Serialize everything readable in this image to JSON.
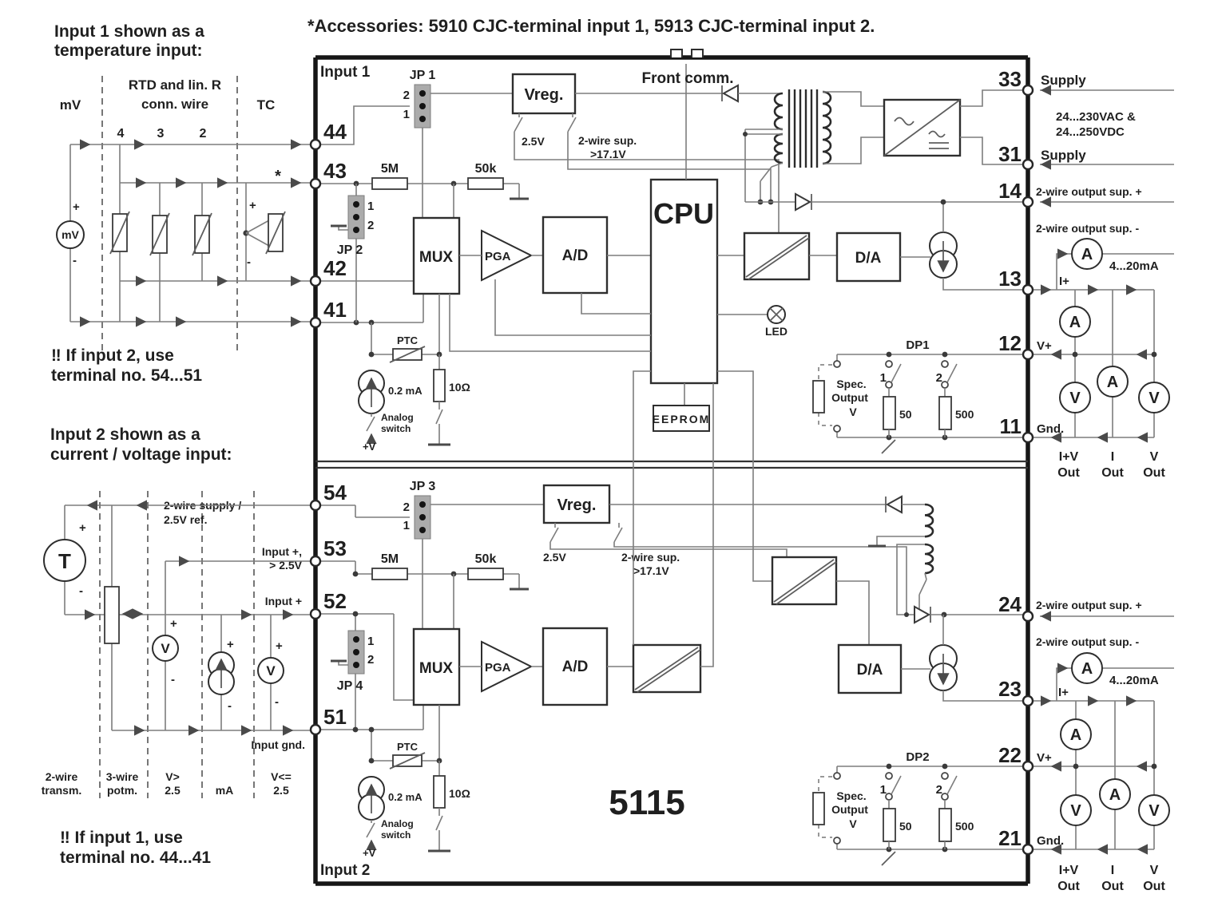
{
  "accessories_note": "*Accessories: 5910 CJC-terminal input 1, 5913 CJC-terminal input 2.",
  "product": "5115",
  "sym": {
    "plus": "+",
    "minus": "-",
    "star": "*",
    "a": "A",
    "v": "V"
  },
  "notes": {
    "input1_h1": "Input 1 shown as a",
    "input1_h2": "temperature input:",
    "if2_1": "‼ If input 2, use",
    "if2_2": "terminal no. 54...51",
    "input2_h1": "Input 2 shown as a",
    "input2_h2": "current / voltage input:",
    "if1_1": "‼ If input 1, use",
    "if1_2": "terminal no. 44...41"
  },
  "sensor1": {
    "col_mv": "mV",
    "col_rtd1": "RTD and lin. R",
    "col_rtd2": "conn. wire",
    "w4": "4",
    "w3": "3",
    "w2": "2",
    "col_tc": "TC",
    "mv": "mV"
  },
  "sensor2": {
    "t": "T",
    "supply1": "2-wire supply /",
    "supply2": "2.5V ref.",
    "in25a": "Input +,",
    "in25b": "> 2.5V",
    "inplus": "Input +",
    "ingnd": "Input gnd.",
    "c1a": "2-wire",
    "c1b": "transm.",
    "c2a": "3-wire",
    "c2b": "potm.",
    "c3a": "V>",
    "c3b": "2.5",
    "c4": "mA",
    "c5a": "V<=",
    "c5b": "2.5"
  },
  "ch1": {
    "name": "Input 1",
    "t44": "44",
    "t43": "43",
    "t42": "42",
    "t41": "41",
    "jp1": "JP 1",
    "jp1a": "2",
    "jp1b": "1",
    "jp2": "JP 2",
    "jp2a": "1",
    "jp2b": "2",
    "r5m": "5M",
    "r50k": "50k",
    "vreg": "Vreg.",
    "v25": "2.5V",
    "sup1": "2-wire sup.",
    "sup2": ">17.1V",
    "mux": "MUX",
    "pga": "PGA",
    "ad": "A/D",
    "cpu": "CPU",
    "eeprom": "EEPROM",
    "led": "LED",
    "da": "D/A",
    "front": "Front comm.",
    "ptc": "PTC",
    "i02": "0.2 mA",
    "r10": "10Ω",
    "an1": "Analog",
    "an2": "switch",
    "pv": "+V"
  },
  "ch2": {
    "name": "Input 2",
    "t54": "54",
    "t53": "53",
    "t52": "52",
    "t51": "51",
    "jp3": "JP 3",
    "jp3a": "2",
    "jp3b": "1",
    "jp4": "JP 4",
    "jp4a": "1",
    "jp4b": "2",
    "r5m": "5M",
    "r50k": "50k",
    "vreg": "Vreg.",
    "v25": "2.5V",
    "sup1": "2-wire sup.",
    "sup2": ">17.1V",
    "mux": "MUX",
    "pga": "PGA",
    "ad": "A/D",
    "da": "D/A",
    "ptc": "PTC",
    "i02": "0.2 mA",
    "r10": "10Ω",
    "an1": "Analog",
    "an2": "switch",
    "pv": "+V"
  },
  "power": {
    "t33": "33",
    "t31": "31",
    "sup": "Supply",
    "vac": "24...230VAC &",
    "vdc": "24...250VDC"
  },
  "out1": {
    "t14": "14",
    "t13": "13",
    "t12": "12",
    "t11": "11",
    "sup_p": "2-wire output sup. +",
    "sup_m": "2-wire output sup. -",
    "ma": "4...20mA",
    "iplus": "I+",
    "vplus": "V+",
    "gnd": "Gnd.",
    "dp": "DP1",
    "s1": "1",
    "s2": "2",
    "r50": "50",
    "r500": "500",
    "sp1": "Spec.",
    "sp2": "Output",
    "sp3": "V",
    "o1a": "I+V",
    "o1b": "Out",
    "o2a": "I",
    "o2b": "Out",
    "o3a": "V",
    "o3b": "Out"
  },
  "out2": {
    "t24": "24",
    "t23": "23",
    "t22": "22",
    "t21": "21",
    "sup_p": "2-wire output sup. +",
    "sup_m": "2-wire output sup. -",
    "ma": "4...20mA",
    "iplus": "I+",
    "vplus": "V+",
    "gnd": "Gnd.",
    "dp": "DP2",
    "s1": "1",
    "s2": "2",
    "r50": "50",
    "r500": "500",
    "sp1": "Spec.",
    "sp2": "Output",
    "sp3": "V",
    "o1a": "I+V",
    "o1b": "Out",
    "o2a": "I",
    "o2b": "Out",
    "o3a": "V",
    "o3b": "Out"
  }
}
